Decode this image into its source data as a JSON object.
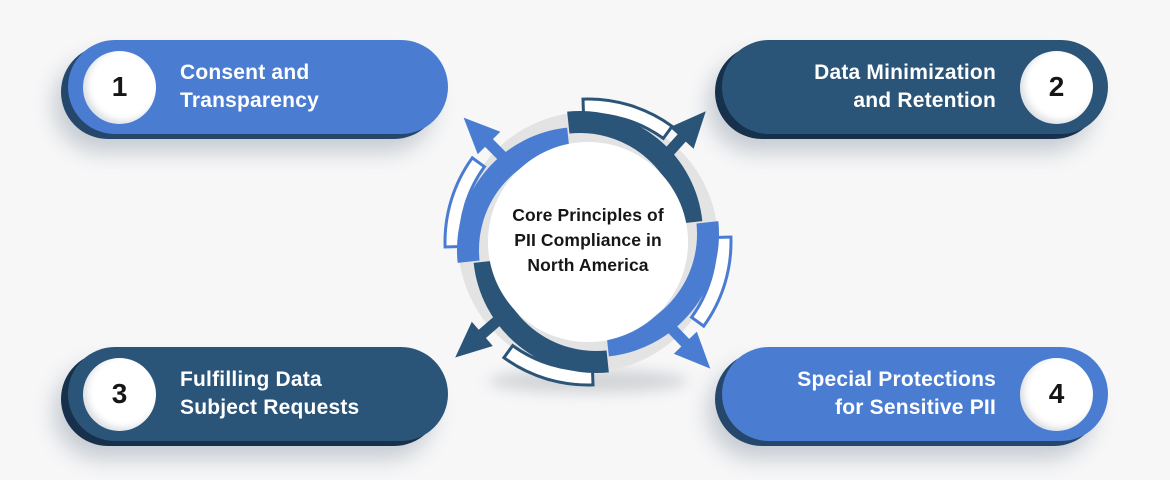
{
  "center": {
    "lines": [
      "Core Principles of",
      "PII Compliance in",
      "North America"
    ]
  },
  "items": [
    {
      "number": "1",
      "line1": "Consent and",
      "line2": "Transparency",
      "style": "light",
      "position": "top-left"
    },
    {
      "number": "2",
      "line1": "Data Minimization",
      "line2": "and Retention",
      "style": "dark",
      "position": "top-right"
    },
    {
      "number": "3",
      "line1": "Fulfilling Data",
      "line2": "Subject Requests",
      "style": "dark",
      "position": "bottom-left"
    },
    {
      "number": "4",
      "line1": "Special Protections",
      "line2": "for Sensitive PII",
      "style": "light",
      "position": "bottom-right"
    }
  ],
  "icons": [
    "arrow-ne-icon",
    "arrow-se-icon",
    "arrow-sw-icon",
    "arrow-nw-icon"
  ],
  "colors": {
    "light_blue": "#4A7DD1",
    "dark_blue": "#2B5578",
    "edge_on_light": "#24476B",
    "edge_on_dark": "#17314C",
    "ring_gray": "#E3E3E4",
    "background": "#F7F7F8",
    "text_dark": "#161616",
    "white": "#FFFFFF"
  }
}
